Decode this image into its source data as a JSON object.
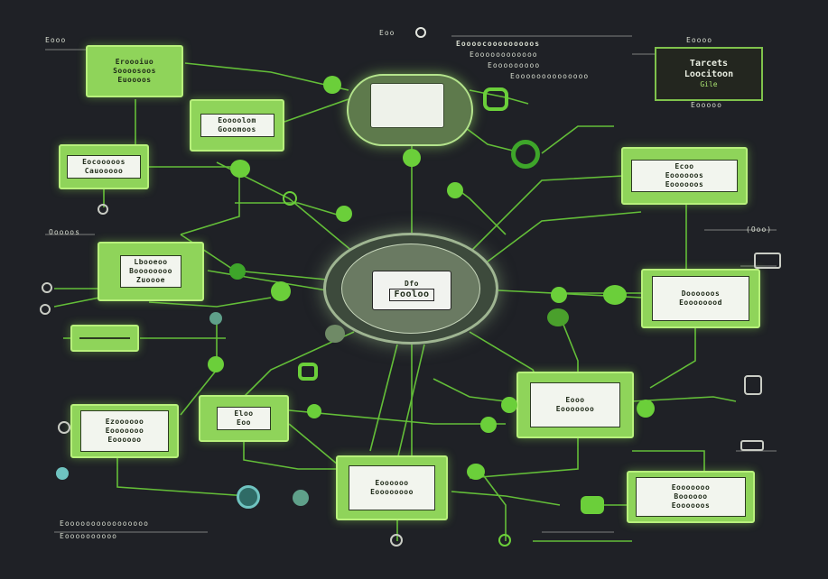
{
  "title_box": {
    "line1": "Tarcets",
    "line2": "Loocitoon",
    "line3": "Gile"
  },
  "center_hub": {
    "top": "Dfo",
    "label": "Fooloo"
  },
  "top_hub": {
    "label": ""
  },
  "nodes": [
    {
      "id": "n1",
      "lines": [
        "Eroooiuo",
        "Soooosoos",
        "Euoooos"
      ]
    },
    {
      "id": "n2",
      "lines": [
        "Eoooolom",
        "Gooomoos"
      ]
    },
    {
      "id": "n3",
      "lines": [
        "Eocooooos",
        "Cauooooo"
      ]
    },
    {
      "id": "n4",
      "lines": [
        "Ecoo",
        "Eoooooos",
        "Eoooooos"
      ]
    },
    {
      "id": "n5",
      "lines": [
        "Lbooeoo",
        "Boooooooo",
        "Zuoooe"
      ]
    },
    {
      "id": "n6",
      "lines": [
        "Doooooos",
        "Eoooooood"
      ]
    },
    {
      "id": "n7",
      "lines": [
        "Eloo",
        "Eoo"
      ]
    },
    {
      "id": "n8",
      "lines": [
        "Eooo",
        "Eooooooo"
      ]
    },
    {
      "id": "n9",
      "lines": [
        "Ezoooooo",
        "Eooooooo",
        "Eoooooo"
      ]
    },
    {
      "id": "n10",
      "lines": [
        "Eoooooo",
        "Eoooooooo"
      ]
    },
    {
      "id": "n11",
      "lines": [
        "Eooooooo",
        "Boooooo",
        "Eoooooos"
      ]
    },
    {
      "id": "n12",
      "lines": [
        ""
      ]
    }
  ],
  "labels": {
    "top_left": "Eooo",
    "top_center": "Eoo",
    "top_text1": "Eoooocooooooooos",
    "top_text2": "Eoooooooooooo",
    "top_text3": "Eooooooooo",
    "top_text4": "Eoooooooooooooo",
    "top_right": "Eoooo",
    "right_label": "Eooooo",
    "left_label": "Ooooos",
    "right_mid": "(Ooo)",
    "bottom_text1": "Eoooooooooooooooo",
    "bottom_text2": "Eoooooooooo"
  },
  "colors": {
    "background": "#1f2126",
    "accent": "#8fd45a",
    "wire": "#6bcf3a"
  }
}
